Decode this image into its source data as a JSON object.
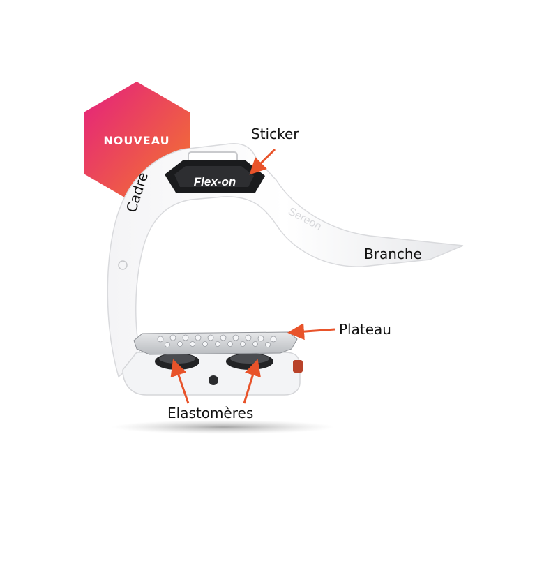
{
  "badge": {
    "text": "NOUVEAU"
  },
  "brand": {
    "logo_text": "Flex-on"
  },
  "engraving": {
    "text": "Sereon"
  },
  "labels": {
    "sticker": "Sticker",
    "cadre": "Cadre",
    "branche": "Branche",
    "plateau": "Plateau",
    "elastomeres": "Elastomères"
  },
  "colors": {
    "arrow": "#e8532a",
    "badge_from": "#e4207e",
    "badge_to": "#f47a2a"
  }
}
